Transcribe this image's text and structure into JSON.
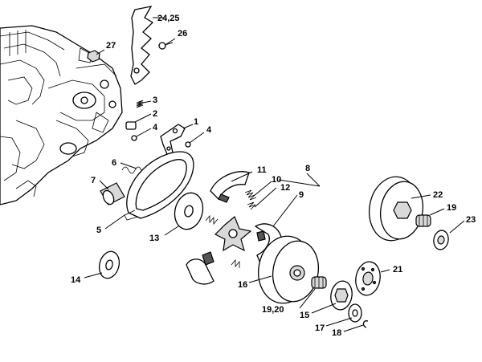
{
  "callouts": [
    {
      "id": "c-24-25",
      "text": "24,25"
    },
    {
      "id": "c-26",
      "text": "26"
    },
    {
      "id": "c-27",
      "text": "27"
    },
    {
      "id": "c-3",
      "text": "3"
    },
    {
      "id": "c-2",
      "text": "2"
    },
    {
      "id": "c-4a",
      "text": "4"
    },
    {
      "id": "c-1",
      "text": "1"
    },
    {
      "id": "c-4b",
      "text": "4"
    },
    {
      "id": "c-6",
      "text": "6"
    },
    {
      "id": "c-7",
      "text": "7"
    },
    {
      "id": "c-5",
      "text": "5"
    },
    {
      "id": "c-11",
      "text": "11"
    },
    {
      "id": "c-10",
      "text": "10"
    },
    {
      "id": "c-8",
      "text": "8"
    },
    {
      "id": "c-12",
      "text": "12"
    },
    {
      "id": "c-9",
      "text": "9"
    },
    {
      "id": "c-13",
      "text": "13"
    },
    {
      "id": "c-14",
      "text": "14"
    },
    {
      "id": "c-16",
      "text": "16"
    },
    {
      "id": "c-19-20",
      "text": "19,20"
    },
    {
      "id": "c-15",
      "text": "15"
    },
    {
      "id": "c-17",
      "text": "17"
    },
    {
      "id": "c-18",
      "text": "18"
    },
    {
      "id": "c-21",
      "text": "21"
    },
    {
      "id": "c-22",
      "text": "22"
    },
    {
      "id": "c-19b",
      "text": "19"
    },
    {
      "id": "c-23",
      "text": "23"
    }
  ]
}
